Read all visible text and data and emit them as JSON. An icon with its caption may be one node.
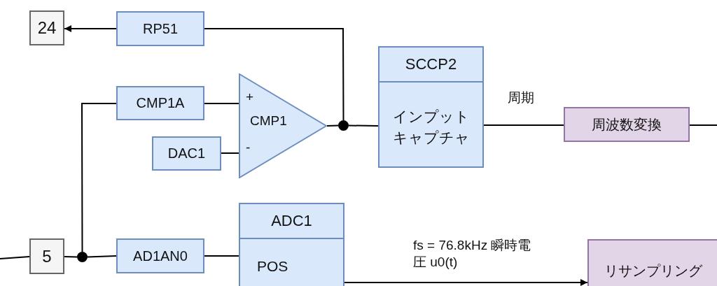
{
  "diagram": {
    "nodes": [
      {
        "text": [
          "24"
        ]
      },
      {
        "text": [
          "RP51"
        ]
      },
      {
        "text": [
          "CMP1A"
        ]
      },
      {
        "text": [
          "DAC1"
        ]
      },
      {
        "text": [
          "+",
          "CMP1",
          "-"
        ]
      },
      {
        "text": [],
        "shape": "circle"
      },
      {
        "text": [
          "SCCP2",
          "インプットキャプチャ"
        ]
      },
      {
        "text": [
          "周波数変換"
        ]
      },
      {
        "text": [
          "5"
        ]
      },
      {
        "text": [],
        "shape": "circle"
      },
      {
        "text": [
          "AD1AN0"
        ]
      },
      {
        "text": [
          "ADC1",
          "POS"
        ]
      },
      {
        "text": [
          "リサンプリング"
        ]
      }
    ],
    "edges": [
      {
        "from": null,
        "to": 8,
        "arrow": "none"
      },
      {
        "from": 8,
        "to": 9,
        "arrow": "none"
      },
      {
        "from": 9,
        "to": 10,
        "arrow": "none"
      },
      {
        "from": 9,
        "to": 2,
        "arrow": "none"
      },
      {
        "from": 2,
        "to": 4,
        "arrow": "none"
      },
      {
        "from": 3,
        "to": 4,
        "arrow": "none"
      },
      {
        "from": 4,
        "to": 5,
        "arrow": "none"
      },
      {
        "from": 5,
        "to": 6,
        "arrow": "none"
      },
      {
        "from": 5,
        "to": 1,
        "arrow": "none"
      },
      {
        "from": 1,
        "to": 0,
        "arrow": "to"
      },
      {
        "from": 6,
        "to": 7,
        "arrow": "none",
        "label": "周期"
      },
      {
        "from": 7,
        "to": null,
        "arrow": "none"
      },
      {
        "from": 10,
        "to": 11,
        "arrow": "none"
      },
      {
        "from": 11,
        "to": 12,
        "arrow": "to",
        "label": "fs = 76.8kHz 瞬時電圧 u0(t)"
      }
    ]
  }
}
